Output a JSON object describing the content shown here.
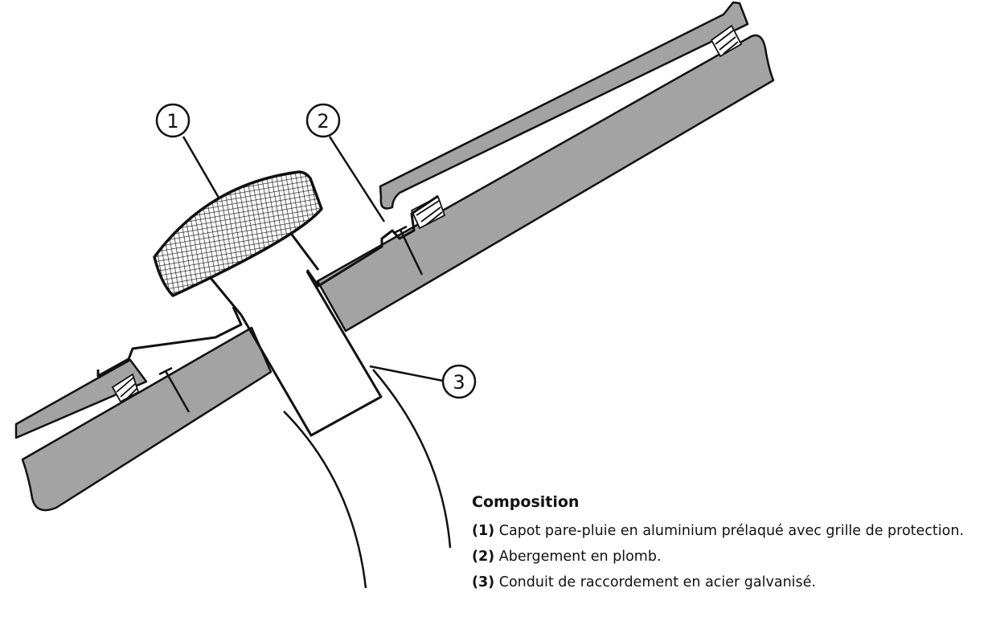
{
  "callouts": [
    {
      "number": "1"
    },
    {
      "number": "2"
    },
    {
      "number": "3"
    }
  ],
  "legend": {
    "title": "Composition",
    "items": [
      {
        "number": "(1)",
        "text": " Capot pare-pluie en aluminium prélaqué avec grille de protection."
      },
      {
        "number": "(2)",
        "text": " Abergement en plomb."
      },
      {
        "number": "(3)",
        "text": " Conduit de raccordement en acier galvanisé."
      }
    ]
  },
  "colors": {
    "roof_fill": "#a3a3a3",
    "line": "#111111",
    "background": "#ffffff"
  }
}
